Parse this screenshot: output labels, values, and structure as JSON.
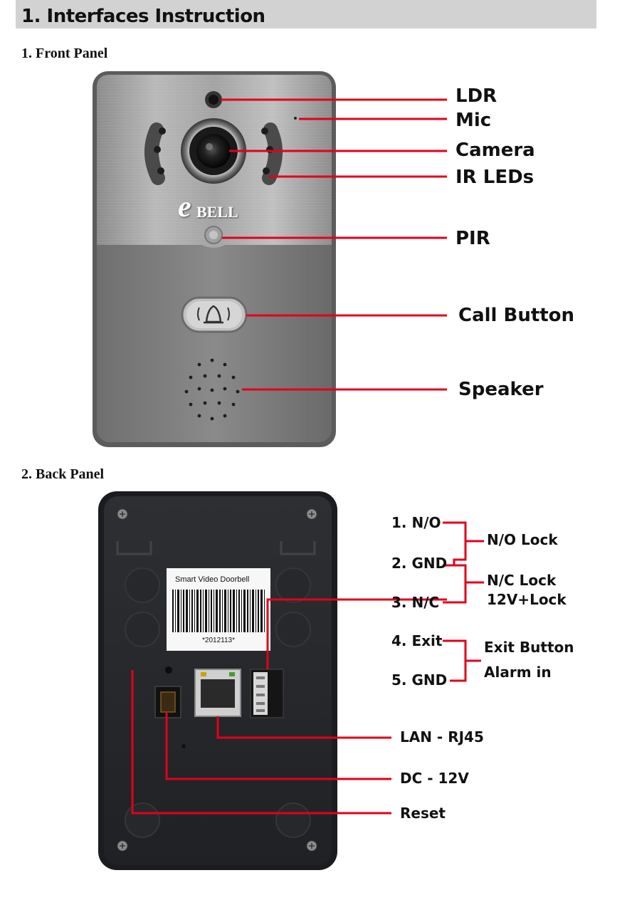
{
  "header": {
    "title": "1. Interfaces Instruction"
  },
  "front_panel": {
    "heading": "1.  Front Panel",
    "brand": "BELL",
    "labels": {
      "ldr": "LDR",
      "mic": "Mic",
      "camera": "Camera",
      "ir_leds": "IR LEDs",
      "pir": "PIR",
      "call_button": "Call Button",
      "speaker": "Speaker"
    }
  },
  "back_panel": {
    "heading": "2.  Back Panel",
    "sticker_title": "Smart  Video Doorbell",
    "sticker_code": "*2012113*",
    "terminals": {
      "t1": "1. N/O",
      "t2": "2. GND",
      "t3": "3. N/C",
      "t4": "4. Exit",
      "t5": "5. GND"
    },
    "groups": {
      "no_lock": "N/O Lock",
      "nc_lock": "N/C Lock",
      "lock_12v": "12V+Lock",
      "exit_button": "Exit Button",
      "alarm_in": "Alarm in"
    },
    "ports": {
      "lan": "LAN - RJ45",
      "dc": "DC - 12V",
      "reset": "Reset"
    }
  },
  "colors": {
    "callout": "#e3001b",
    "header_bg": "#d2d2d2"
  }
}
